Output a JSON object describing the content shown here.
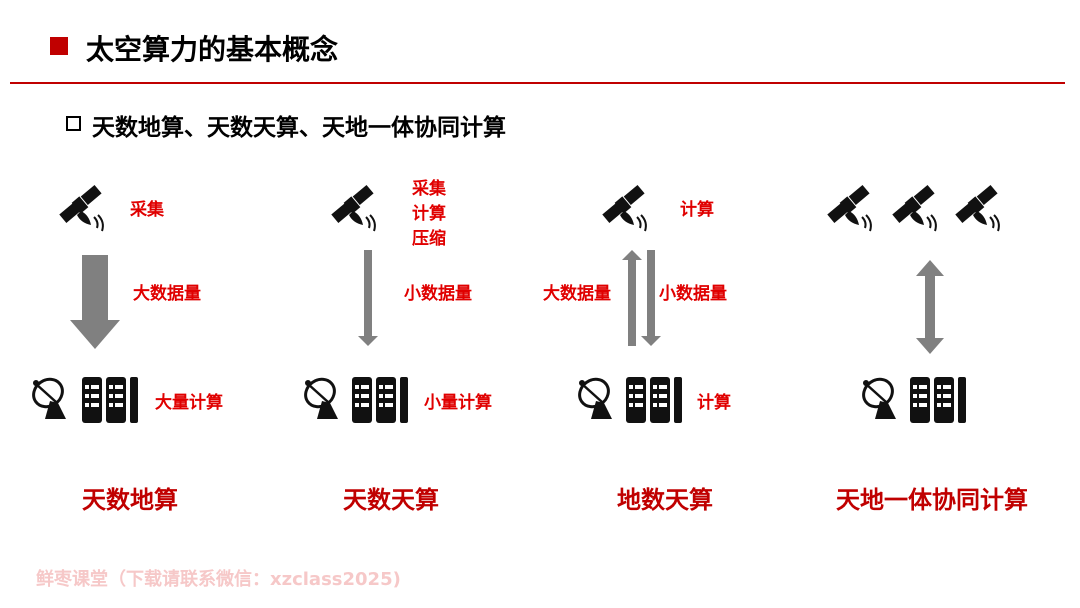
{
  "slide": {
    "title": "太空算力的基本概念",
    "subtitle": "天数地算、天数天算、天地一体协同计算"
  },
  "columns": [
    {
      "mode": "天数地算",
      "sat_label": "采集",
      "flow_label": "大数据量",
      "ground_label": "大量计算"
    },
    {
      "mode": "天数天算",
      "sat_label_lines": [
        "采集",
        "计算",
        "压缩"
      ],
      "flow_label": "小数据量",
      "ground_label": "小量计算"
    },
    {
      "mode": "地数天算",
      "sat_label": "计算",
      "flow_up_label": "大数据量",
      "flow_down_label": "小数据量",
      "ground_label": "计算"
    },
    {
      "mode": "天地一体协同计算"
    }
  ],
  "watermark": "鲜枣课堂（下载请联系微信：xzclass2025)",
  "colors": {
    "accent": "#c00000",
    "label_red": "#e00000",
    "arrow_gray": "#808080",
    "icon_black": "#111111"
  },
  "icons": [
    "satellite-icon",
    "dish-antenna-icon",
    "server-icon"
  ]
}
